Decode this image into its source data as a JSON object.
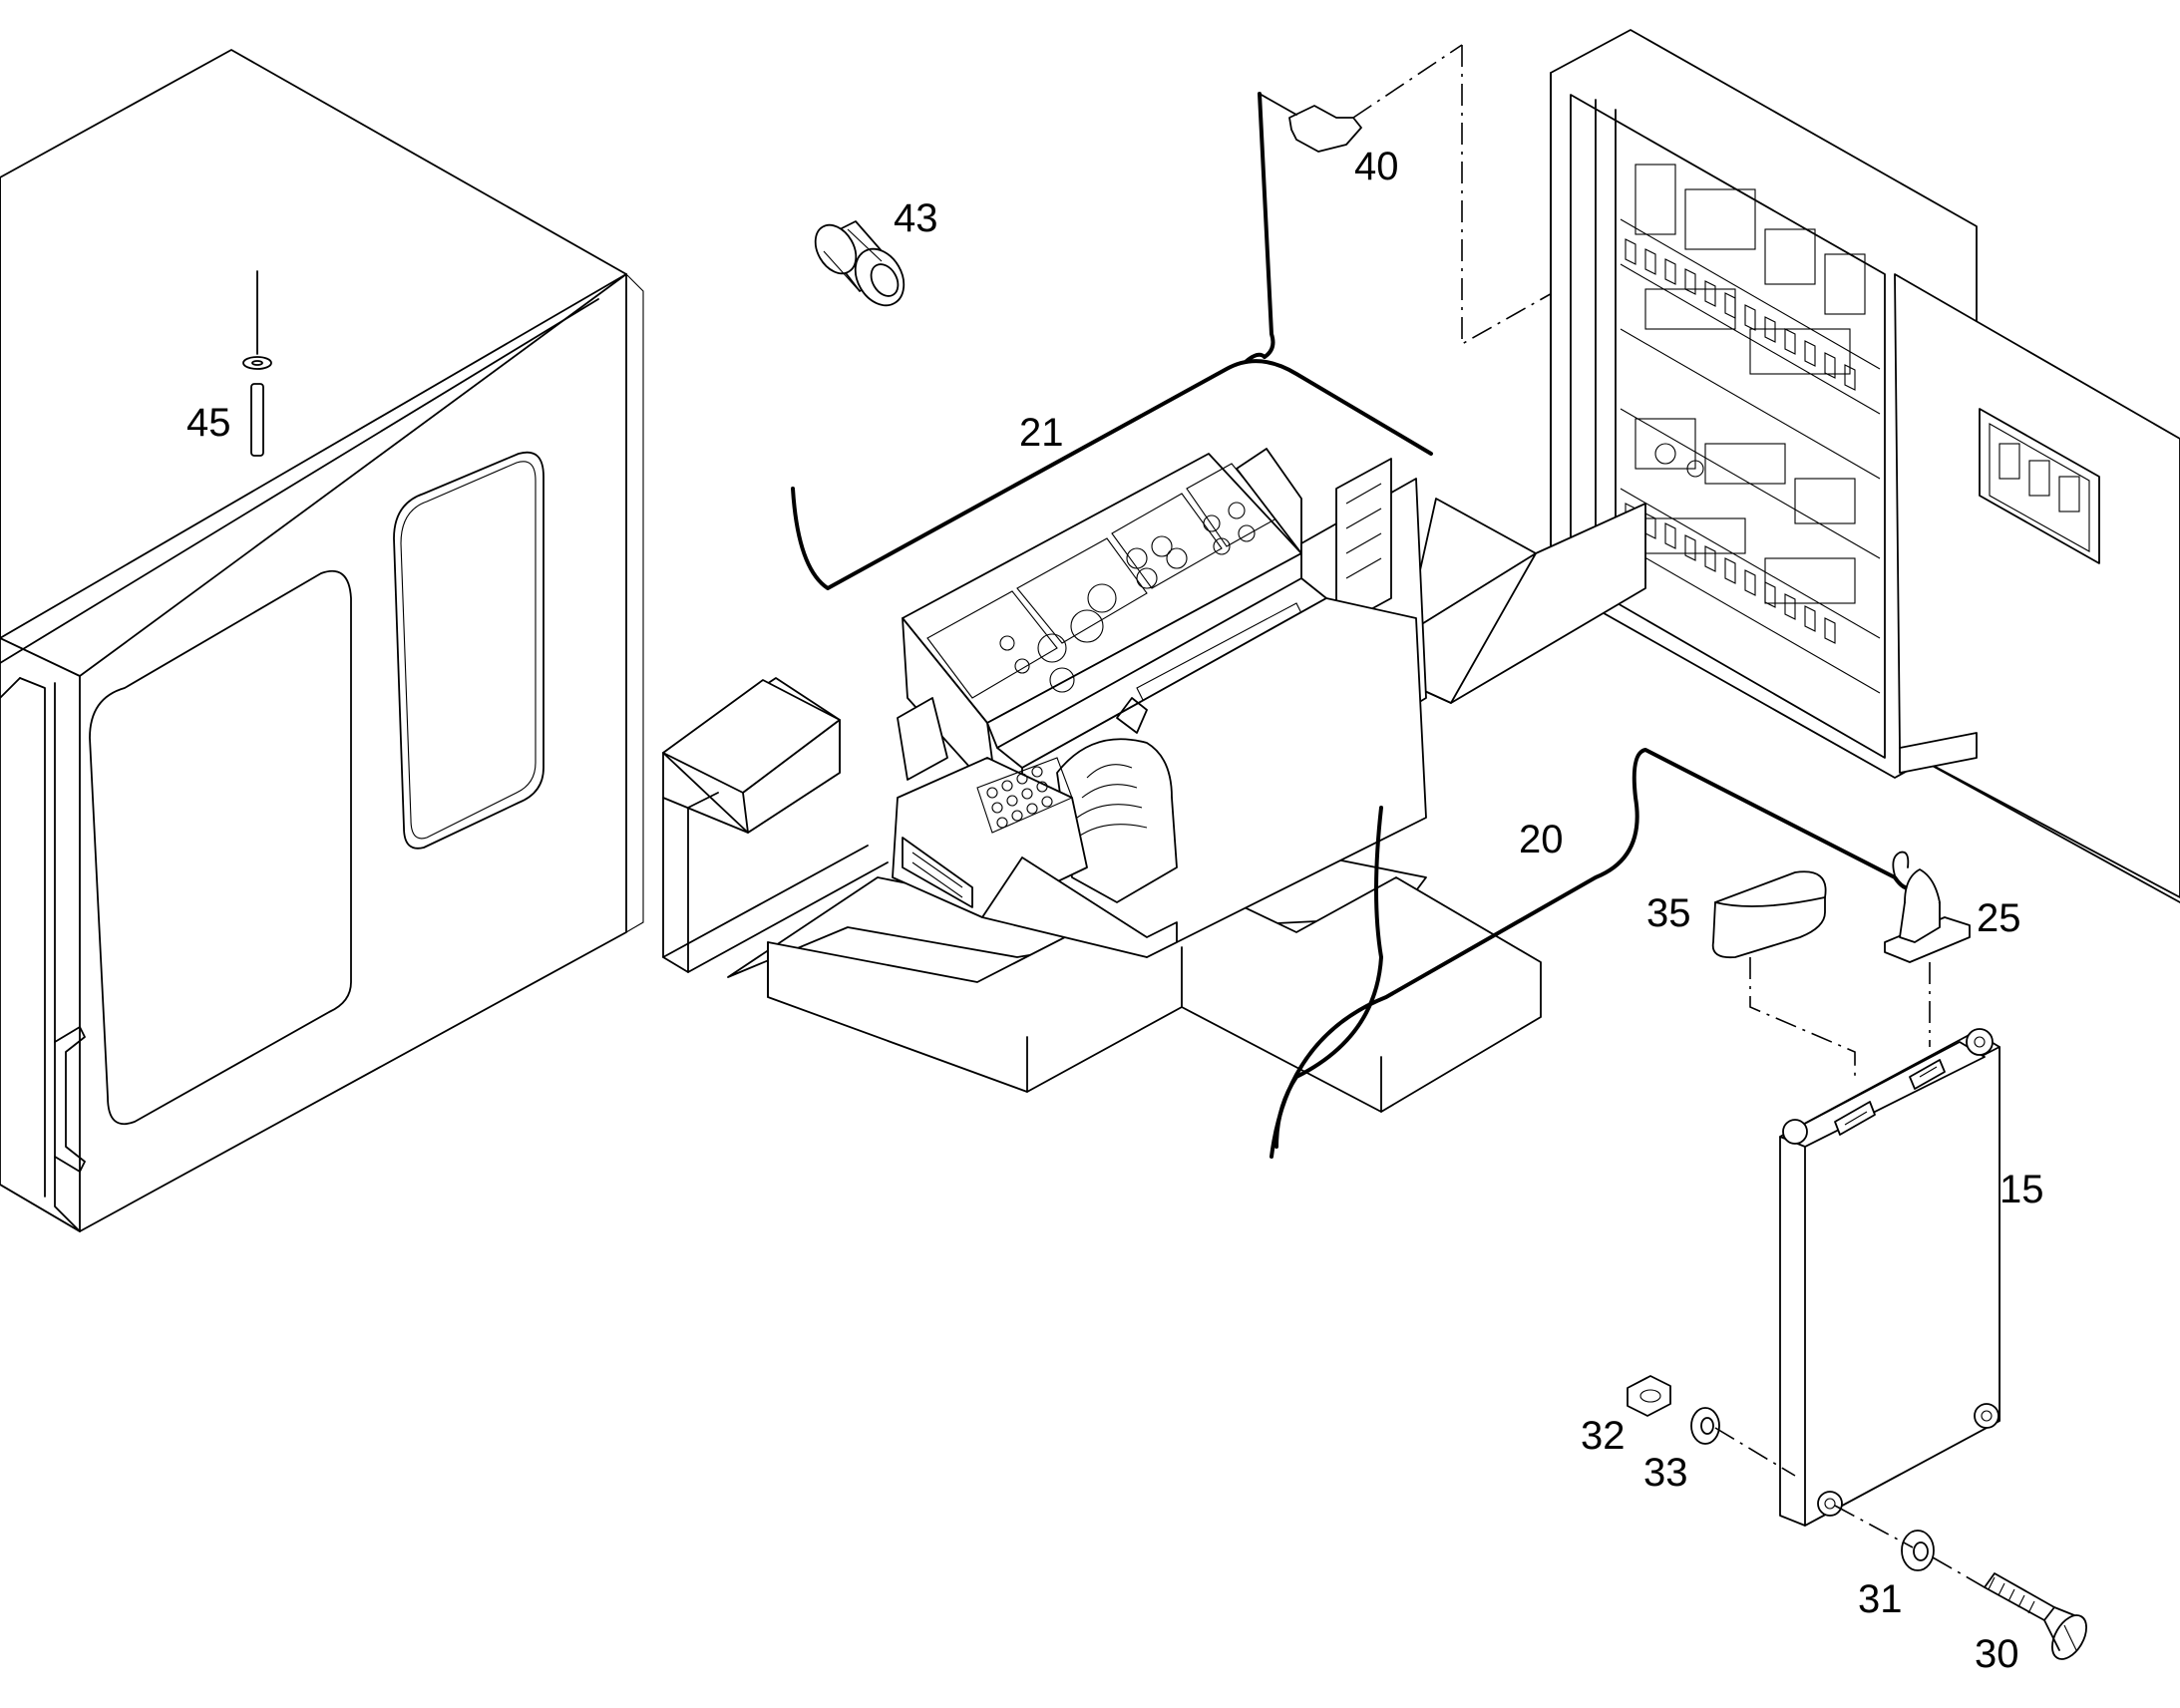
{
  "diagram": {
    "callouts": [
      {
        "id": "c45",
        "text": "45"
      },
      {
        "id": "c43",
        "text": "43"
      },
      {
        "id": "c40",
        "text": "40"
      },
      {
        "id": "c21",
        "text": "21"
      },
      {
        "id": "c20",
        "text": "20"
      },
      {
        "id": "c35",
        "text": "35"
      },
      {
        "id": "c25",
        "text": "25"
      },
      {
        "id": "c15",
        "text": "15"
      },
      {
        "id": "c32",
        "text": "32"
      },
      {
        "id": "c33",
        "text": "33"
      },
      {
        "id": "c31",
        "text": "31"
      },
      {
        "id": "c30",
        "text": "30"
      }
    ]
  }
}
